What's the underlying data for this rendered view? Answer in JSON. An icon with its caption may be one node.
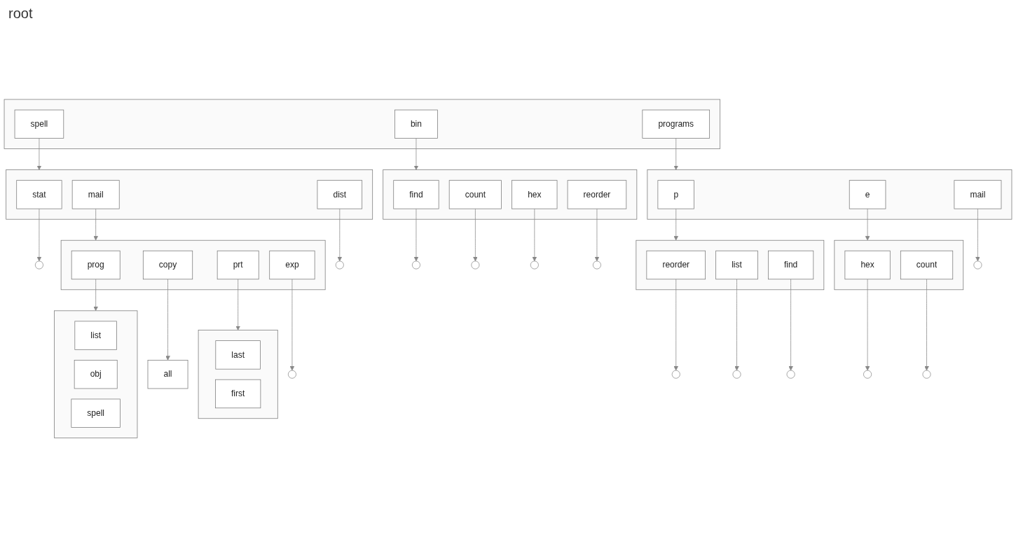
{
  "diagram": {
    "nodes": [
      {
        "text": [],
        "shape": "box"
      },
      {
        "text": [
          "spell"
        ],
        "in": 0
      },
      {
        "text": [
          "bin"
        ],
        "in": 0
      },
      {
        "text": [
          "programs"
        ],
        "in": 0
      },
      {
        "text": [],
        "shape": "box"
      },
      {
        "text": [
          "stat"
        ],
        "in": 4
      },
      {
        "text": [
          "mail"
        ],
        "in": 4
      },
      {
        "text": [
          "dist"
        ],
        "in": 4
      },
      {
        "text": [],
        "shape": "box"
      },
      {
        "text": [
          "find"
        ],
        "in": 8
      },
      {
        "text": [
          "count"
        ],
        "in": 8
      },
      {
        "text": [
          "hex"
        ],
        "in": 8
      },
      {
        "text": [
          "reorder"
        ],
        "in": 8
      },
      {
        "text": [],
        "shape": "box"
      },
      {
        "text": [
          "p"
        ],
        "in": 13
      },
      {
        "text": [
          "e"
        ],
        "in": 13
      },
      {
        "text": [
          "mail"
        ],
        "in": 13
      },
      {
        "text": [],
        "shape": "circle"
      },
      {
        "text": [],
        "shape": "circle"
      },
      {
        "text": [],
        "shape": "circle"
      },
      {
        "text": [],
        "shape": "circle"
      },
      {
        "text": [],
        "shape": "circle"
      },
      {
        "text": [],
        "shape": "circle"
      },
      {
        "text": [],
        "shape": "circle"
      },
      {
        "text": [],
        "shape": "box"
      },
      {
        "text": [
          "prog"
        ],
        "in": 24
      },
      {
        "text": [
          "copy"
        ],
        "in": 24
      },
      {
        "text": [
          "prt"
        ],
        "in": 24
      },
      {
        "text": [
          "exp"
        ],
        "in": 24
      },
      {
        "text": [],
        "shape": "box"
      },
      {
        "text": [
          "reorder"
        ],
        "in": 29
      },
      {
        "text": [
          "list"
        ],
        "in": 29
      },
      {
        "text": [
          "find"
        ],
        "in": 29
      },
      {
        "text": [],
        "shape": "box"
      },
      {
        "text": [
          "hex"
        ],
        "in": 33
      },
      {
        "text": [
          "count"
        ],
        "in": 33
      },
      {
        "text": [],
        "shape": "circle"
      },
      {
        "text": [],
        "shape": "circle"
      },
      {
        "text": [],
        "shape": "circle"
      },
      {
        "text": [],
        "shape": "circle"
      },
      {
        "text": [],
        "shape": "circle"
      },
      {
        "text": [],
        "shape": "circle"
      },
      {
        "text": [],
        "shape": "box"
      },
      {
        "text": [
          "list"
        ],
        "in": 42
      },
      {
        "text": [
          "obj"
        ],
        "in": 42
      },
      {
        "text": [
          "spell"
        ],
        "in": 42
      },
      {
        "text": [
          "all"
        ]
      },
      {
        "text": [],
        "shape": "box"
      },
      {
        "text": [
          "last"
        ],
        "in": 47
      },
      {
        "text": [
          "first"
        ],
        "in": 47
      }
    ],
    "edges": [
      {
        "from": 1,
        "to": 4,
        "arrow": "to"
      },
      {
        "from": 2,
        "to": 8,
        "arrow": "to"
      },
      {
        "from": 3,
        "to": 13,
        "arrow": "to"
      },
      {
        "from": 5,
        "to": 17,
        "arrow": "to"
      },
      {
        "from": 6,
        "to": 24,
        "arrow": "to"
      },
      {
        "from": 7,
        "to": 18,
        "arrow": "to"
      },
      {
        "from": 9,
        "to": 19,
        "arrow": "to"
      },
      {
        "from": 10,
        "to": 20,
        "arrow": "to"
      },
      {
        "from": 11,
        "to": 21,
        "arrow": "to"
      },
      {
        "from": 12,
        "to": 22,
        "arrow": "to"
      },
      {
        "from": 14,
        "to": 29,
        "arrow": "to"
      },
      {
        "from": 15,
        "to": 33,
        "arrow": "to"
      },
      {
        "from": 16,
        "to": 23,
        "arrow": "to"
      },
      {
        "from": 25,
        "to": 42,
        "arrow": "to"
      },
      {
        "from": 26,
        "to": 46,
        "arrow": "to"
      },
      {
        "from": 27,
        "to": 47,
        "arrow": "to"
      },
      {
        "from": 28,
        "to": 36,
        "arrow": "to"
      },
      {
        "from": 30,
        "to": 37,
        "arrow": "to"
      },
      {
        "from": 31,
        "to": 38,
        "arrow": "to"
      },
      {
        "from": 32,
        "to": 39,
        "arrow": "to"
      },
      {
        "from": 34,
        "to": 40,
        "arrow": "to"
      },
      {
        "from": 35,
        "to": 41,
        "arrow": "to"
      }
    ],
    "labels": [
      "root"
    ]
  }
}
